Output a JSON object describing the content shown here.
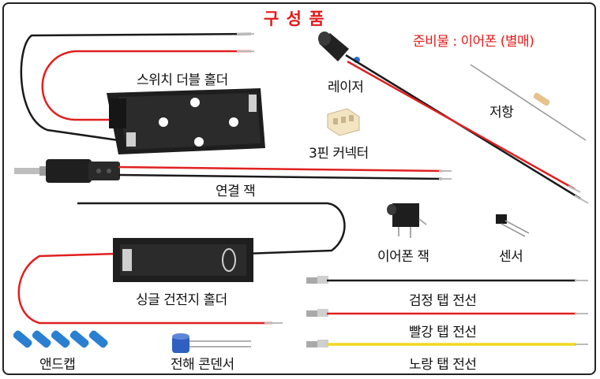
{
  "title": "구 성 품",
  "note": "준비물 : 이어폰 (별매)",
  "labels": {
    "switch_double_holder": "스위치 더블 홀더",
    "laser": "레이저",
    "resistor": "저항",
    "connector_3pin": "3핀 커넥터",
    "connection_jack": "연결 잭",
    "earphone_jack": "이어폰 잭",
    "sensor": "센서",
    "single_battery_holder": "싱글 건전지 홀더",
    "black_tab_wire": "검정 탭 전선",
    "red_tab_wire": "빨강 탭 전선",
    "yellow_tab_wire": "노랑 탭 전선",
    "end_cap": "앤드캡",
    "electrolytic_capacitor": "전해 콘덴서"
  },
  "colors": {
    "title": "#e11b1b",
    "wire_red": "#e02020",
    "wire_black": "#1a1a1a",
    "wire_yellow": "#f2d81c",
    "end_cap_blue": "#2b7fd0",
    "capacitor_blue": "#2f5fc0"
  }
}
